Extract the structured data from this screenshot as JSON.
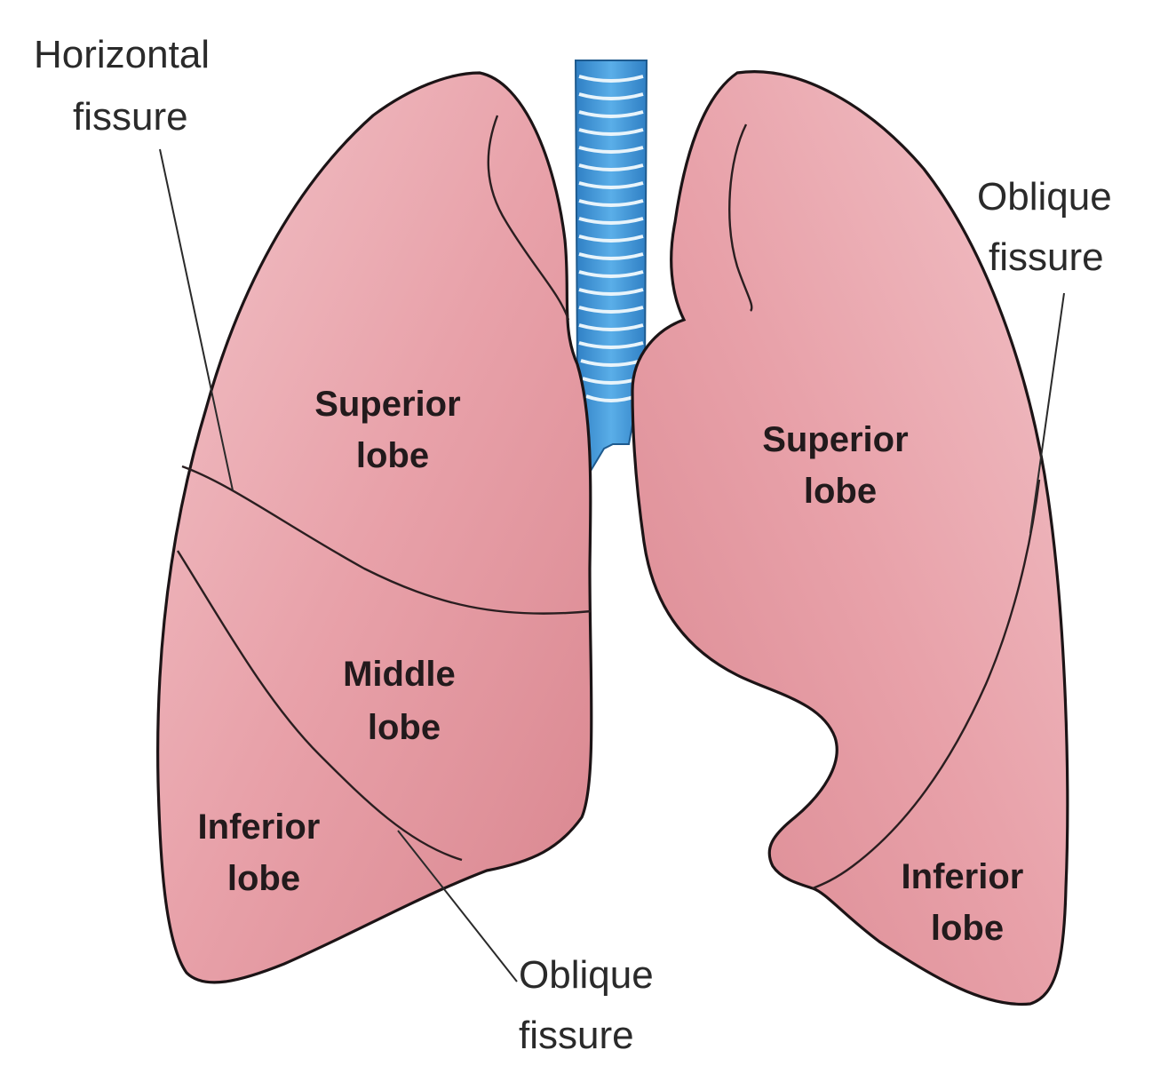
{
  "colors": {
    "lung_base": "#e59aa2",
    "lung_light": "#f0bcc2",
    "lung_dark": "#c97580",
    "trachea": "#3f93d6",
    "outline": "#1c1416"
  },
  "labels": {
    "horizontal_fissure": [
      "Horizontal",
      "fissure"
    ],
    "oblique_fissure_right": [
      "Oblique",
      "fissure"
    ],
    "oblique_fissure_bottom": [
      "Oblique",
      "fissure"
    ],
    "right_superior": [
      "Superior",
      "lobe"
    ],
    "right_middle": [
      "Middle",
      "lobe"
    ],
    "right_inferior": [
      "Inferior",
      "lobe"
    ],
    "left_superior": [
      "Superior",
      "lobe"
    ],
    "left_inferior": [
      "Inferior",
      "lobe"
    ]
  }
}
